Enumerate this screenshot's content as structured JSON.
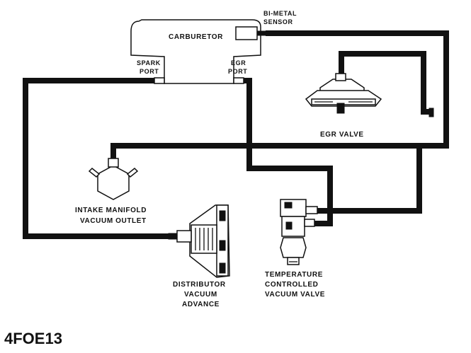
{
  "labels": {
    "carburetor": "CARBURETOR",
    "bimetal_line1": "BI-METAL",
    "bimetal_line2": "SENSOR",
    "spark_line1": "SPARK",
    "spark_line2": "PORT",
    "egr_port_line1": "EGR",
    "egr_port_line2": "PORT",
    "egr_valve": "EGR VALVE",
    "intake_line1": "INTAKE MANIFOLD",
    "intake_line2": "VACUUM OUTLET",
    "distributor_line1": "DISTRIBUTOR",
    "distributor_line2": "VACUUM",
    "distributor_line3": "ADVANCE",
    "tcv_line1": "TEMPERATURE",
    "tcv_line2": "CONTROLLED",
    "tcv_line3": "VACUUM VALVE"
  },
  "figure_id": "4FOE13"
}
